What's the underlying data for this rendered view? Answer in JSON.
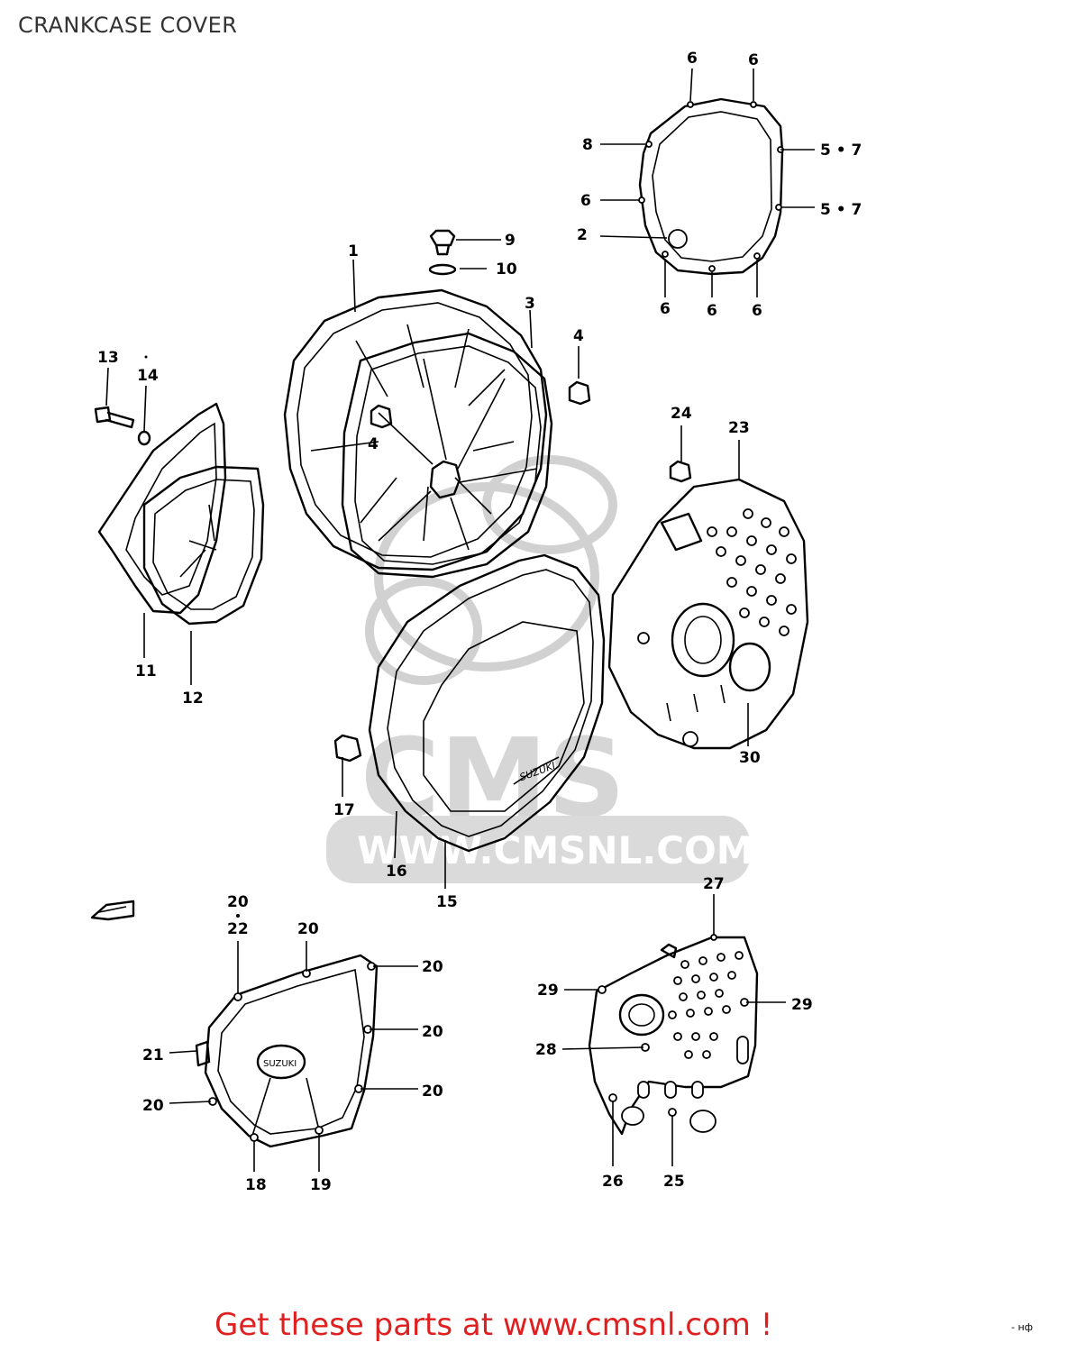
{
  "title": "CRANKCASE COVER",
  "watermark": {
    "logo_text": "CMS",
    "url_text": "WWW.CMSNL.COM"
  },
  "footer": {
    "promo": "Get these parts at www.cmsnl.com !",
    "corner_code": "- нф"
  },
  "cover_stamps": {
    "generator_cover": "SUZUKI",
    "clutch_cover": "SUZUKI"
  },
  "callouts": [
    {
      "id": "c1",
      "text": "1"
    },
    {
      "id": "c2",
      "text": "2"
    },
    {
      "id": "c3",
      "text": "3"
    },
    {
      "id": "c4",
      "text": "4"
    },
    {
      "id": "c5",
      "text": "4"
    },
    {
      "id": "c6",
      "text": "5 • 7"
    },
    {
      "id": "c7",
      "text": "5 • 7"
    },
    {
      "id": "c8",
      "text": "6"
    },
    {
      "id": "c9",
      "text": "6"
    },
    {
      "id": "c10",
      "text": "6"
    },
    {
      "id": "c11",
      "text": "6"
    },
    {
      "id": "c12",
      "text": "6"
    },
    {
      "id": "c13",
      "text": "6"
    },
    {
      "id": "c14",
      "text": "8"
    },
    {
      "id": "c15",
      "text": "9"
    },
    {
      "id": "c16",
      "text": "10"
    },
    {
      "id": "c17",
      "text": "11"
    },
    {
      "id": "c18",
      "text": "12"
    },
    {
      "id": "c19",
      "text": "13"
    },
    {
      "id": "c20",
      "text": "14"
    },
    {
      "id": "c21",
      "text": "15"
    },
    {
      "id": "c22",
      "text": "16"
    },
    {
      "id": "c23",
      "text": "17"
    },
    {
      "id": "c24",
      "text": "18"
    },
    {
      "id": "c25",
      "text": "19"
    },
    {
      "id": "c26",
      "text": "20"
    },
    {
      "id": "c27",
      "text": "22"
    },
    {
      "id": "c28",
      "text": "20"
    },
    {
      "id": "c29",
      "text": "20"
    },
    {
      "id": "c30",
      "text": "20"
    },
    {
      "id": "c31",
      "text": "20"
    },
    {
      "id": "c32",
      "text": "20"
    },
    {
      "id": "c33",
      "text": "21"
    },
    {
      "id": "c34",
      "text": "23"
    },
    {
      "id": "c35",
      "text": "24"
    },
    {
      "id": "c36",
      "text": "25"
    },
    {
      "id": "c37",
      "text": "26"
    },
    {
      "id": "c38",
      "text": "27"
    },
    {
      "id": "c39",
      "text": "28"
    },
    {
      "id": "c40",
      "text": "29"
    },
    {
      "id": "c41",
      "text": "29"
    },
    {
      "id": "c42",
      "text": "30"
    }
  ]
}
